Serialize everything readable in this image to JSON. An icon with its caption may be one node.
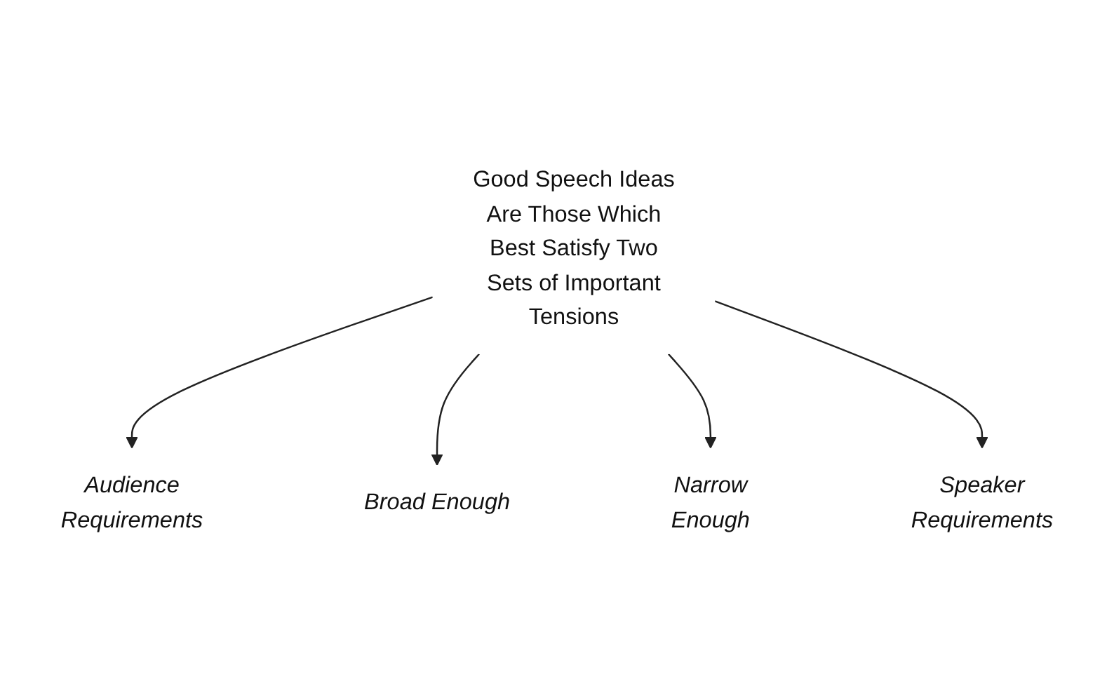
{
  "diagram": {
    "nodes": [
      {
        "text": [
          "Good Speech Ideas Are Those Which Best Satisfy Two Sets of Important Tensions"
        ]
      },
      {
        "text": [
          "Audience Requirements"
        ]
      },
      {
        "text": [
          "Broad Enough"
        ]
      },
      {
        "text": [
          "Narrow Enough"
        ]
      },
      {
        "text": [
          "Speaker Requirements"
        ]
      }
    ],
    "edges": [
      {
        "from": 0,
        "to": 1,
        "arrow": "to"
      },
      {
        "from": 0,
        "to": 2,
        "arrow": "to"
      },
      {
        "from": 0,
        "to": 3,
        "arrow": "to"
      },
      {
        "from": 0,
        "to": 4,
        "arrow": "to"
      }
    ]
  }
}
